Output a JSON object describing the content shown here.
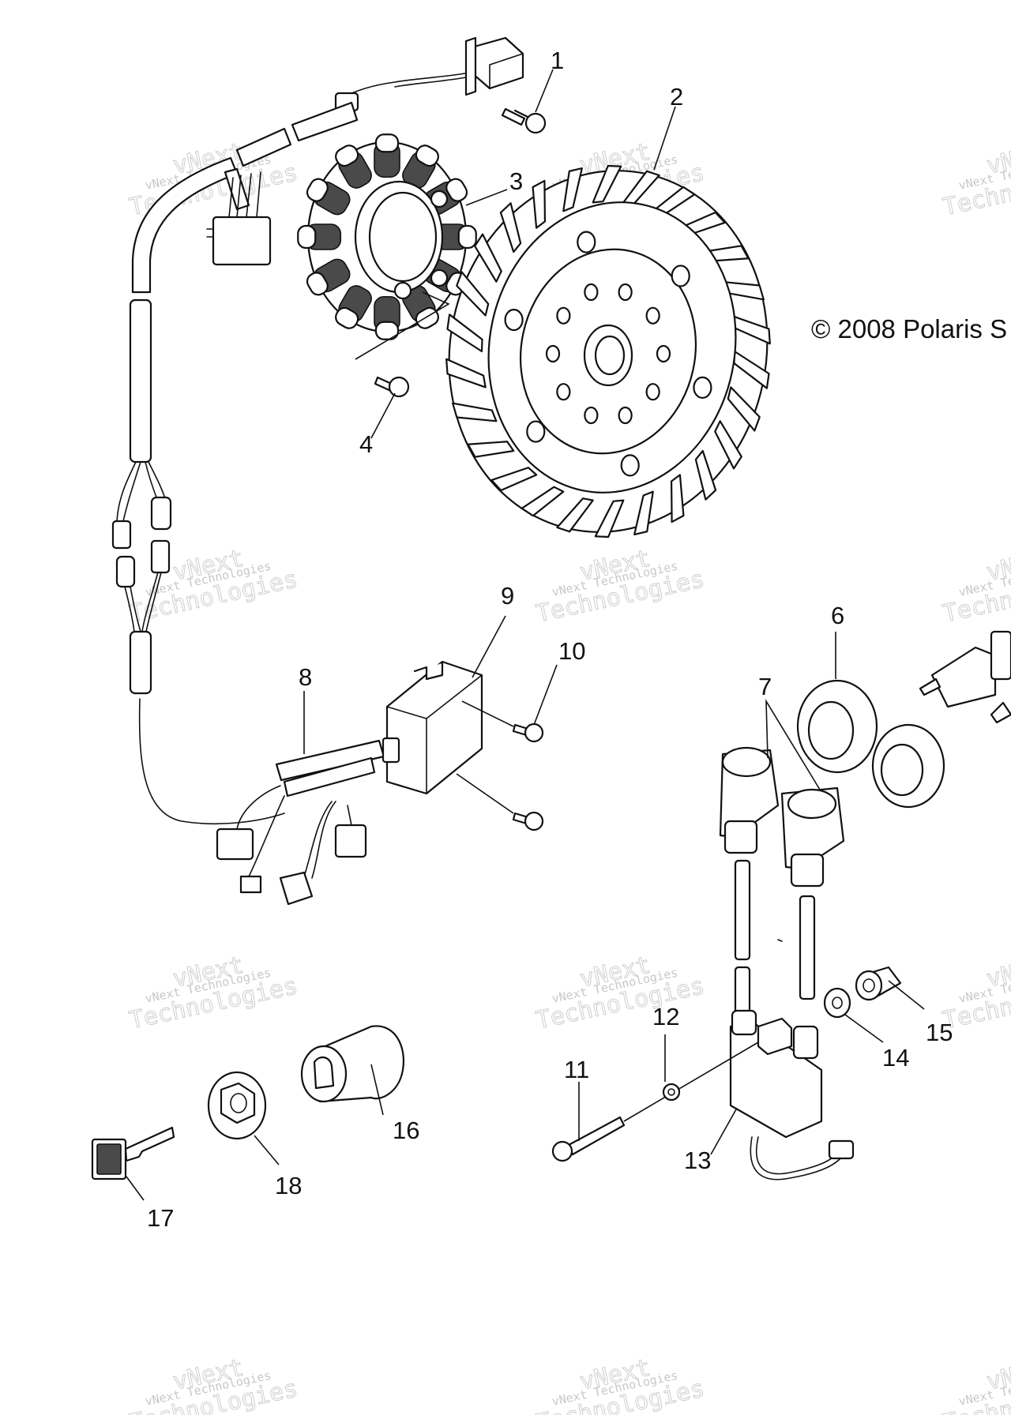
{
  "diagram": {
    "copyright": "© 2008 Polaris S",
    "watermark": {
      "line1": "vNext Technologies",
      "line2": "vNext",
      "line3": "Technologies"
    },
    "callouts": [
      {
        "id": "1",
        "label": "1"
      },
      {
        "id": "2",
        "label": "2"
      },
      {
        "id": "3",
        "label": "3"
      },
      {
        "id": "4",
        "label": "4"
      },
      {
        "id": "6",
        "label": "6"
      },
      {
        "id": "7",
        "label": "7"
      },
      {
        "id": "8",
        "label": "8"
      },
      {
        "id": "9",
        "label": "9"
      },
      {
        "id": "10",
        "label": "10"
      },
      {
        "id": "11",
        "label": "11"
      },
      {
        "id": "12",
        "label": "12"
      },
      {
        "id": "13",
        "label": "13"
      },
      {
        "id": "14",
        "label": "14"
      },
      {
        "id": "15",
        "label": "15"
      },
      {
        "id": "16",
        "label": "16"
      },
      {
        "id": "17",
        "label": "17"
      },
      {
        "id": "18",
        "label": "18"
      }
    ]
  }
}
